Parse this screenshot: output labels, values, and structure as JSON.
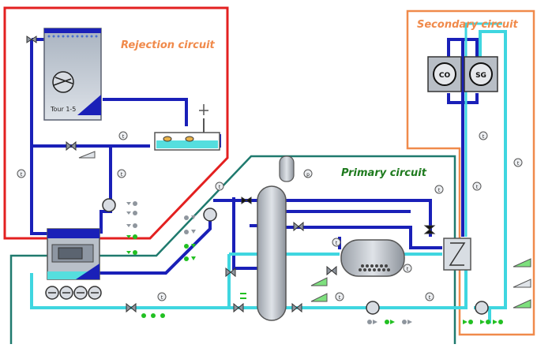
{
  "circuits": {
    "rejection": {
      "label": "Rejection circuit",
      "color": "#f08a4b"
    },
    "primary": {
      "label": "Primary circuit",
      "color": "#1e7a1e"
    },
    "secondary": {
      "label": "Secondary circuit",
      "color": "#f08a4b"
    }
  },
  "equipment": {
    "tower": {
      "label": "Tour 1-5"
    },
    "condenser": {
      "label": "CO"
    },
    "steam_generator": {
      "label": "SG"
    }
  },
  "sensor_symbol": "t",
  "pressure_symbol": "p",
  "colors": {
    "rejection_border": "#e32020",
    "primary_border": "#1f7a6e",
    "secondary_border": "#f08a4b",
    "hot_pipe": "#1a20b8",
    "cold_pipe": "#3fd6e0",
    "status_green": "#22c022"
  }
}
